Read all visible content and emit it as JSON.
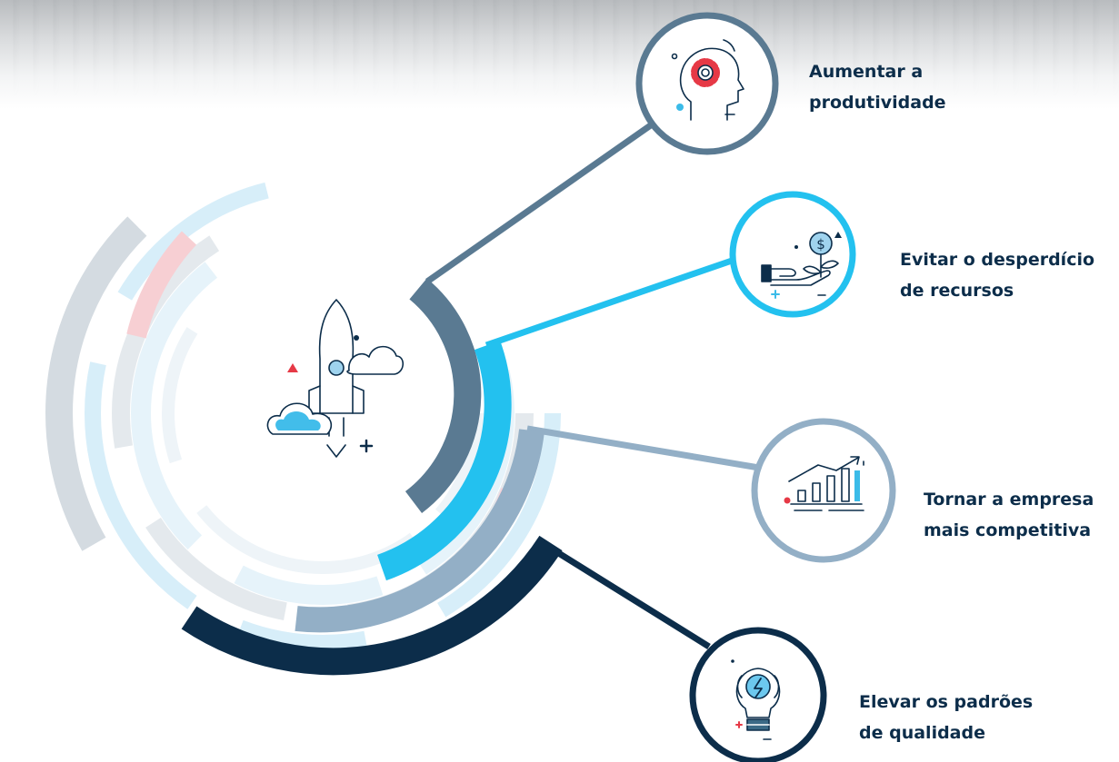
{
  "benefits": [
    {
      "line1": "Aumentar a",
      "line2": "produtividade",
      "icon": "head-gear-icon",
      "color": "#5a7a92"
    },
    {
      "line1": "Evitar o desperdício",
      "line2": "de recursos",
      "icon": "money-plant-hand-icon",
      "color": "#23c1ef"
    },
    {
      "line1": "Tornar a empresa",
      "line2": "mais competitiva",
      "icon": "growth-chart-icon",
      "color": "#93afc6"
    },
    {
      "line1": "Elevar os padrões",
      "line2": "de qualidade",
      "icon": "lightbulb-icon",
      "color": "#0c2d4a"
    }
  ],
  "center_icon": "rocket-cloud-icon",
  "colors": {
    "accent_red": "#e63946",
    "light_blue": "#d8eef9",
    "light_gray": "#d5dbe0"
  }
}
